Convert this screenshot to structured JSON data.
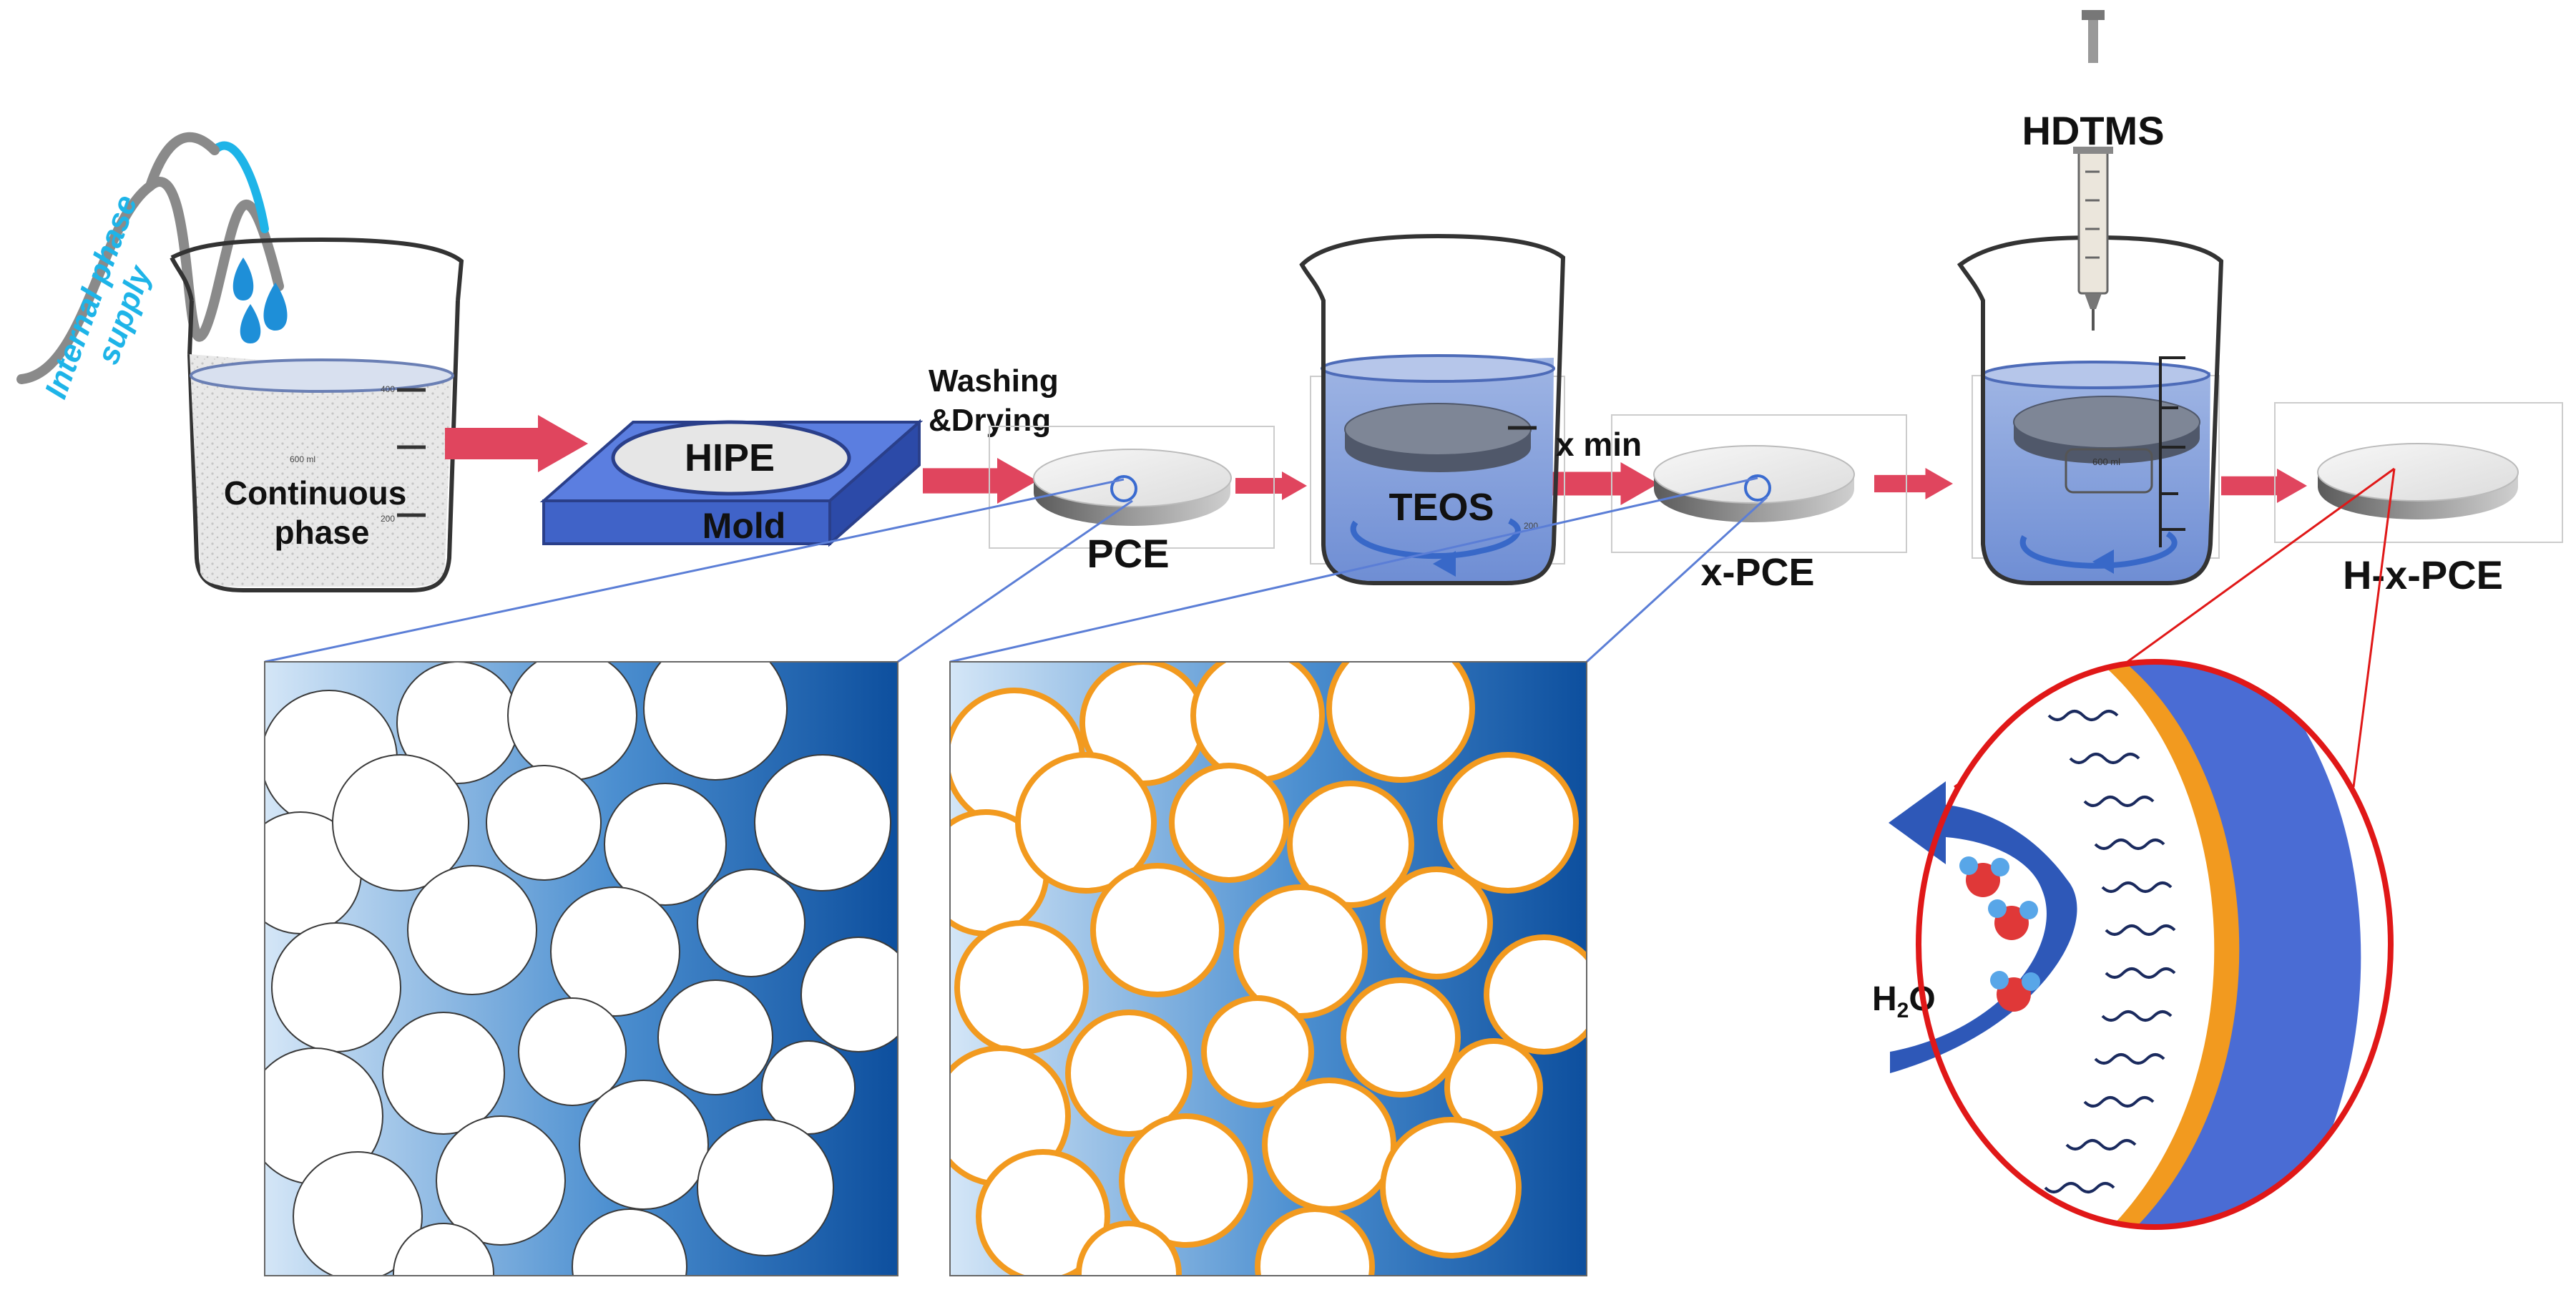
{
  "labels": {
    "internal_phase_line1": "Internal phase",
    "internal_phase_line2": "supply",
    "continuous_line1": "Continuous",
    "continuous_line2": "phase",
    "hipe": "HIPE",
    "mold": "Mold",
    "washing_line1": "Washing",
    "washing_line2": "&Drying",
    "pce": "PCE",
    "teos": "TEOS",
    "x_min": "x min",
    "x_pce": "x-PCE",
    "hdtms": "HDTMS",
    "h_x_pce": "H-x-PCE",
    "water_main": "H",
    "water_sub": "2",
    "water_end": "O"
  },
  "beaker": {
    "graduations": [
      "400",
      "600 ml",
      "200"
    ]
  },
  "colors": {
    "arrow": "#e0455e",
    "mold_blue": "#4a6cd4",
    "solution_blue": "#7d9ad8",
    "pore_gradient_dark": "#0d4f9e",
    "pore_gradient_light": "#d4e6f7",
    "silica_shell": "#f29a1f",
    "zoom_red": "#e01818",
    "internal_phase_text": "#1eb4e8",
    "hydrophobic_chains": "#1a2a5e",
    "water_oxygen": "#e03838",
    "water_hydrogen": "#58a6e8"
  }
}
